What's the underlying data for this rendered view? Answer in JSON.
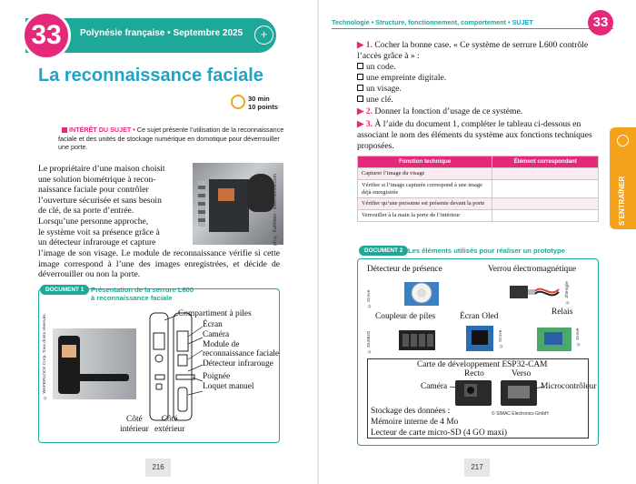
{
  "left_page": {
    "number_badge": "33",
    "header_text": "Polynésie française • Septembre 2025",
    "header_icon": "plus-circle-icon",
    "title": "La reconnaissance faciale",
    "timer": {
      "duration": "30 min",
      "points": "10 points"
    },
    "interet": {
      "label": "INTÉRÊT DU SUJET •",
      "text": " Ce sujet présente l’utilisation de la reconnaissance faciale et des unités de stockage numérique en domotique pour déverrouiller une porte."
    },
    "intro_lines": [
      "Le propriétaire d’une maison choisit",
      "une solution biométrique à recon-",
      "naissance faciale pour contrôler",
      "l’ouverture sécurisée et sans besoin",
      "de clé, de sa porte d’entrée.",
      "Lorsqu’une personne approche,",
      "le système voit sa présence grâce à",
      "un détecteur infrarouge et capture"
    ],
    "intro_rest": "l’image de son visage. Le module de reconnaissance vérifie si cette image correspond à l’une des images enregistrées, et décide de déverrouiller ou non la porte.",
    "photo_credit": "ph © Kathleen - stock.adobe.com",
    "document1": {
      "tag": "DOCUMENT 1",
      "title_line1": "Présentation de la serrure L600",
      "title_line2": "à reconnaissance faciale",
      "photo_credit": "© WAFERLOCK Corp. Tous droits réservés",
      "labels": [
        "Compartiment à piles",
        "Écran",
        "Caméra",
        "Module de",
        "reconnaissance faciale",
        "Détecteur infrarouge",
        "Poignée",
        "Loquet manuel"
      ],
      "side_interior": [
        "Côté",
        "intérieur"
      ],
      "side_exterior": [
        "Côté",
        "extérieur"
      ]
    },
    "page_number": "216"
  },
  "right_page": {
    "header": {
      "parts": "Technologie • Structure, fonctionnement, comportement • ",
      "sujet": "SUJET",
      "number": "33"
    },
    "q1": {
      "num": "▶ 1.",
      "text": " Cocher la bonne case. « Ce système de serrure L600 contrôle l’accès grâce à » :",
      "options": [
        "un code.",
        "une empreinte digitale.",
        "un visage.",
        "une clé."
      ]
    },
    "q2": {
      "num": "▶ 2.",
      "text": " Donner la fonction d’usage de ce système."
    },
    "q3": {
      "num": "▶ 3.",
      "text": " À l’aide du document 1, compléter le tableau ci-dessous en associant le nom des éléments du système aux fonctions techniques proposées."
    },
    "table": {
      "headers": [
        "Fonction technique",
        "Élément correspondant"
      ],
      "rows": [
        [
          "Capturer l’image du visage",
          ""
        ],
        [
          "Vérifier si l’image capturée correspond à une image déjà enregistrée",
          ""
        ],
        [
          "Vérifier qu’une personne est présente devant la porte",
          ""
        ],
        [
          "Verrouiller à la main la porte de l’intérieur",
          ""
        ]
      ]
    },
    "side_tab": "S’ENTRAÎNER",
    "document2": {
      "tag": "DOCUMENT 2",
      "title": "Les éléments utilisés pour réaliser un prototype",
      "components": {
        "detecteur": "Détecteur de présence",
        "verrou": "Verrou électromagnétique",
        "relais": "Relais",
        "coupleur": "Coupleur de piles",
        "ecran": "Écran Oled"
      },
      "credits": {
        "grove1": "© Grove",
        "zhengjie": "© Zhengjie",
        "grove2": "© Grove",
        "grove3": "© Grove",
        "gunuo": "© GUNUO"
      },
      "esp": {
        "title": "Carte de développement ESP32-CAM",
        "recto": "Recto",
        "verso": "Verso",
        "camera": "Caméra",
        "micro": "Microcontrôleur",
        "credit": "© SIMAC Electronics GmbH",
        "storage_title": "Stockage des données :",
        "storage_1": "Mémoire interne de 4 Mo",
        "storage_2": "Lecteur de carte micro-SD (4 GO maxi)"
      }
    },
    "page_number": "217"
  }
}
